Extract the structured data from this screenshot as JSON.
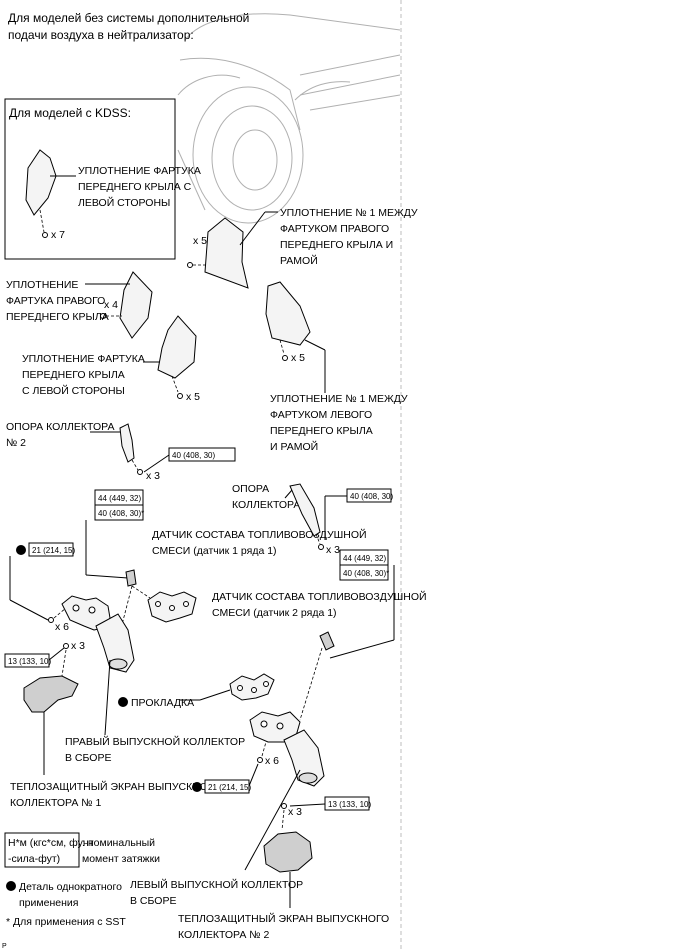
{
  "header_note": [
    "Для моделей без системы дополнительной",
    "подачи воздуха в нейтрализатор:"
  ],
  "kdss_title": "Для моделей с KDSS:",
  "labels": {
    "left_fender_seal_kdss": [
      "УПЛОТНЕНИЕ ФАРТУКА",
      "ПЕРЕДНЕГО КРЫЛА С",
      "ЛЕВОЙ СТОРОНЫ"
    ],
    "right_seal_no1": [
      "УПЛОТНЕНИЕ № 1 МЕЖДУ",
      "ФАРТУКОМ ПРАВОГО",
      "ПЕРЕДНЕГО КРЫЛА И",
      "РАМОЙ"
    ],
    "right_fender_seal": [
      "УПЛОТНЕНИЕ",
      "ФАРТУКА ПРАВОГО",
      "ПЕРЕДНЕГО КРЫЛА"
    ],
    "left_fender_seal": [
      "УПЛОТНЕНИЕ ФАРТУКА",
      "ПЕРЕДНЕГО КРЫЛА",
      "С ЛЕВОЙ СТОРОНЫ"
    ],
    "left_seal_no1": [
      "УПЛОТНЕНИЕ № 1 МЕЖДУ",
      "ФАРТУКОМ ЛЕВОГО",
      "ПЕРЕДНЕГО КРЫЛА",
      "И РАМОЙ"
    ],
    "manifold_stay_2": [
      "ОПОРА КОЛЛЕКТОРА",
      "№ 2"
    ],
    "manifold_stay": [
      "ОПОРА",
      "КОЛЛЕКТОРА"
    ],
    "af_sensor_1": [
      "ДАТЧИК СОСТАВА ТОПЛИВОВОЗДУШНОЙ",
      "СМЕСИ (датчик 1 ряда 1)"
    ],
    "af_sensor_2": [
      "ДАТЧИК СОСТАВА ТОПЛИВОВОЗДУШНОЙ",
      "СМЕСИ (датчик 2 ряда 1)"
    ],
    "gasket": "ПРОКЛАДКА",
    "right_manifold": [
      "ПРАВЫЙ ВЫПУСКНОЙ КОЛЛЕКТОР",
      "В СБОРЕ"
    ],
    "heat_insulator_1": [
      "ТЕПЛОЗАЩИТНЫЙ ЭКРАН ВЫПУСКНОГО",
      "КОЛЛЕКТОРА № 1"
    ],
    "left_manifold": [
      "ЛЕВЫЙ ВЫПУСКНОЙ КОЛЛЕКТОР",
      "В СБОРЕ"
    ],
    "heat_insulator_2": [
      "ТЕПЛОЗАЩИТНЫЙ ЭКРАН ВЫПУСКНОГО",
      "КОЛЛЕКТОРА № 2"
    ]
  },
  "quantities": {
    "kdss_x7": "x 7",
    "right_seal_x5": "x 5",
    "right_fender_x4": "x 4",
    "left_fender_x5": "x 5",
    "left_seal_x5": "x 5",
    "stay2_x3": "x 3",
    "stay_x3": "x 3",
    "right_manifold_x6": "x 6",
    "right_insulator_x3": "x 3",
    "left_manifold_x6": "x 6",
    "left_insulator_x3": "x 3"
  },
  "torques": {
    "stay2": "40 (408, 30)",
    "stay": "40 (408, 30)",
    "sensor1_a": "44 (449, 32)",
    "sensor1_b": "40 (408, 30)*",
    "sensor2_a": "44 (449, 32)",
    "sensor2_b": "40 (408, 30)*",
    "right_manifold": "21 (214, 15)",
    "right_insulator": "13 (133, 10)",
    "left_manifold": "21 (214, 15)",
    "left_insulator": "13 (133, 10)"
  },
  "legend": {
    "unit_box": [
      "Н*м (кгс*см, фунт",
      "-сила-фут)"
    ],
    "unit_desc": [
      ": номинальный",
      "момент затяжки"
    ],
    "non_reusable": [
      "Деталь однократного",
      "применения"
    ],
    "sst_note": "* Для применения с SST"
  },
  "corner_mark": "P"
}
